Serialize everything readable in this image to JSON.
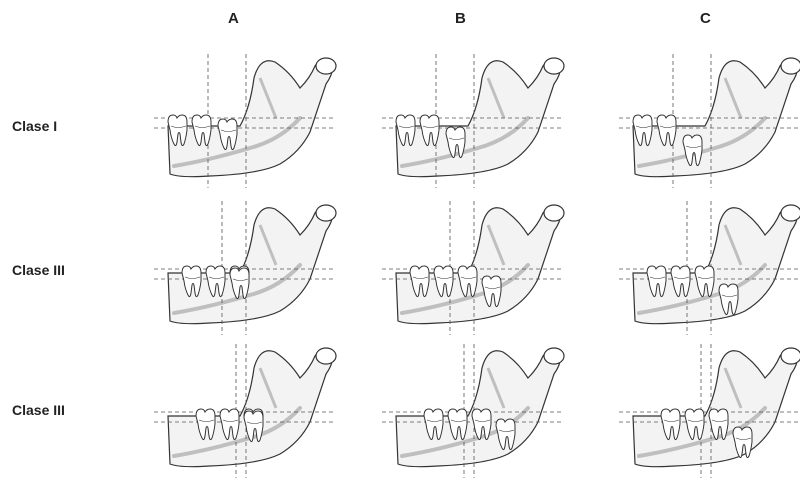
{
  "columns": [
    "A",
    "B",
    "C"
  ],
  "rows": [
    "Clase I",
    "Clase III",
    "Clase III"
  ],
  "colors": {
    "ink": "#333333",
    "shade": "#bfbfbf",
    "guide": "#555555"
  },
  "figures": [
    {
      "row": 0,
      "col": 0,
      "depth": "A",
      "class": "Clase I"
    },
    {
      "row": 0,
      "col": 1,
      "depth": "B",
      "class": "Clase I"
    },
    {
      "row": 0,
      "col": 2,
      "depth": "C",
      "class": "Clase I"
    },
    {
      "row": 1,
      "col": 0,
      "depth": "A",
      "class": "Clase III"
    },
    {
      "row": 1,
      "col": 1,
      "depth": "B",
      "class": "Clase III"
    },
    {
      "row": 1,
      "col": 2,
      "depth": "C",
      "class": "Clase III"
    },
    {
      "row": 2,
      "col": 0,
      "depth": "A",
      "class": "Clase III"
    },
    {
      "row": 2,
      "col": 1,
      "depth": "B",
      "class": "Clase III"
    },
    {
      "row": 2,
      "col": 2,
      "depth": "C",
      "class": "Clase III"
    }
  ]
}
